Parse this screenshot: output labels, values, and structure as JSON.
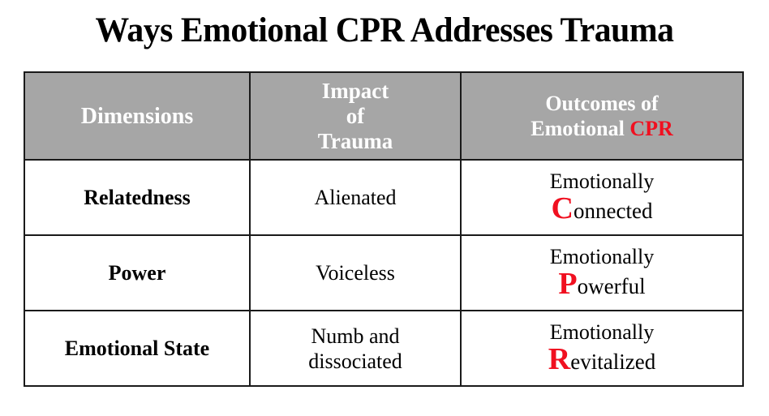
{
  "page": {
    "title": "Ways Emotional CPR Addresses Trauma",
    "background_color": "#ffffff"
  },
  "colors": {
    "header_fill": "#a6a6a6",
    "header_text": "#ffffff",
    "accent_red": "#f01020",
    "body_text": "#000000",
    "border": "#1a1a1a"
  },
  "table": {
    "columns": [
      {
        "id": "dimensions",
        "header_lines": [
          "Dimensions"
        ]
      },
      {
        "id": "impact",
        "header_lines": [
          "Impact",
          "of",
          "Trauma"
        ]
      },
      {
        "id": "outcomes",
        "header_lines": [
          "Outcomes of",
          "Emotional "
        ],
        "header_accent": "CPR"
      }
    ],
    "header": {
      "dimensions": "Dimensions",
      "impact_line1": "Impact",
      "impact_line2": "of",
      "impact_line3": "Trauma",
      "outcomes_line1": "Outcomes of",
      "outcomes_line2_plain": "Emotional ",
      "outcomes_line2_accent": "CPR"
    },
    "rows": [
      {
        "dimension": "Relatedness",
        "impact_line1": "Alienated",
        "impact_line2": "",
        "outcome_top": "Emotionally",
        "outcome_initial": "C",
        "outcome_rest": "onnected"
      },
      {
        "dimension": "Power",
        "impact_line1": "Voiceless",
        "impact_line2": "",
        "outcome_top": "Emotionally",
        "outcome_initial": "P",
        "outcome_rest": "owerful"
      },
      {
        "dimension": "Emotional State",
        "impact_line1": "Numb and",
        "impact_line2": "dissociated",
        "outcome_top": "Emotionally",
        "outcome_initial": "R",
        "outcome_rest": "evitalized"
      }
    ]
  }
}
